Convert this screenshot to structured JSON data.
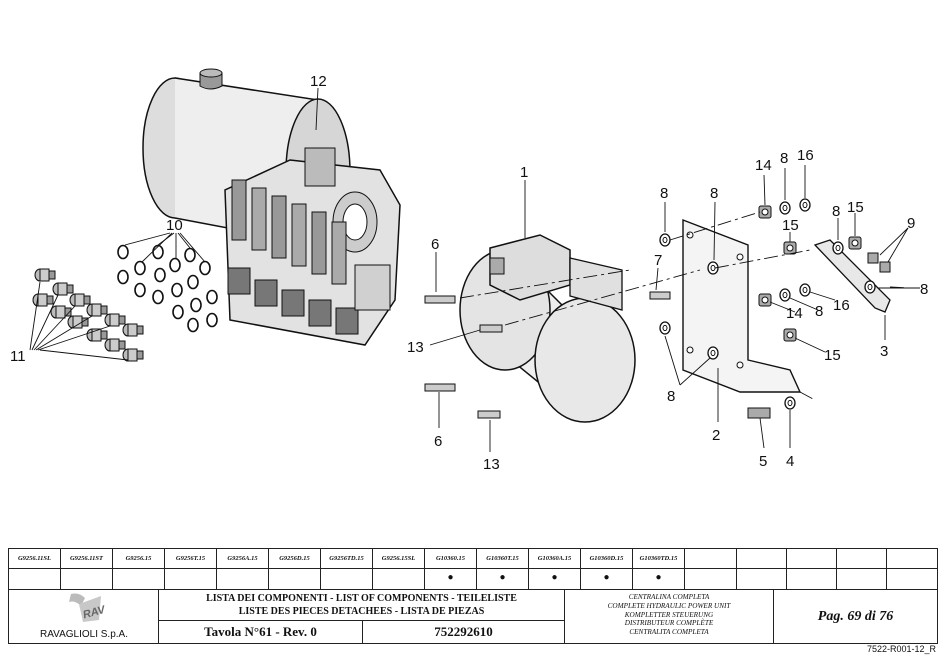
{
  "callouts": {
    "c1": "1",
    "c2": "2",
    "c3": "3",
    "c4": "4",
    "c5": "5",
    "c6": "6",
    "c7": "7",
    "c8": "8",
    "c9": "9",
    "c10": "10",
    "c11": "11",
    "c12": "12",
    "c13": "13",
    "c14": "14",
    "c15": "15",
    "c16": "16"
  },
  "model_codes": [
    {
      "code": "G9256.11SL",
      "mark": ""
    },
    {
      "code": "G9256.11ST",
      "mark": ""
    },
    {
      "code": "G9256.15",
      "mark": ""
    },
    {
      "code": "G9256T.15",
      "mark": ""
    },
    {
      "code": "G9256A.15",
      "mark": ""
    },
    {
      "code": "G9256D.15",
      "mark": ""
    },
    {
      "code": "G9256TD.15",
      "mark": ""
    },
    {
      "code": "G9256.15SL",
      "mark": ""
    },
    {
      "code": "G10360.15",
      "mark": "●"
    },
    {
      "code": "G10360T.15",
      "mark": "●"
    },
    {
      "code": "G10360A.15",
      "mark": "●"
    },
    {
      "code": "G10360D.15",
      "mark": "●"
    },
    {
      "code": "G10360TD.15",
      "mark": "●"
    },
    {
      "code": "",
      "mark": ""
    },
    {
      "code": "",
      "mark": ""
    },
    {
      "code": "",
      "mark": ""
    },
    {
      "code": "",
      "mark": ""
    },
    {
      "code": "",
      "mark": ""
    }
  ],
  "company": "RAVAGLIOLI S.p.A.",
  "logo_text": "RAV",
  "list_title_line1": "LISTA DEI COMPONENTI - LIST OF COMPONENTS - TEILELISTE",
  "list_title_line2": "LISTE DES PIECES DETACHEES - LISTA DE PIEZAS",
  "tavola": "Tavola N°61 - Rev. 0",
  "drawing_number": "752292610",
  "description": [
    "CENTRALINA COMPLETA",
    "COMPLETE HYDRAULIC POWER UNIT",
    "KOMPLETTER STEUERUNG",
    "DISTRIBUTEUR COMPLÈTE",
    "CENTRALITA COMPLETA"
  ],
  "page": "Pag. 69 di 76",
  "doc_code": "7522-R001-12_R"
}
